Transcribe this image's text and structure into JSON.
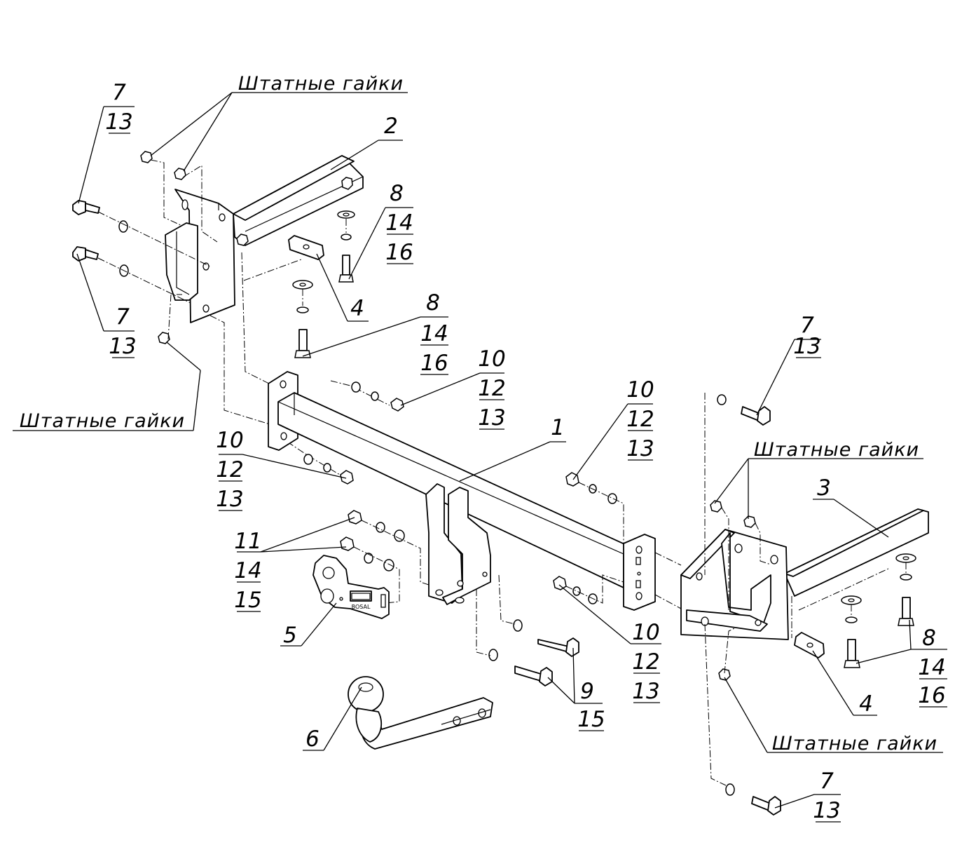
{
  "callouts": {
    "nuts_top_left": "Штатные гайки",
    "nuts_mid_left": "Штатные гайки",
    "nuts_right_top": "Штатные гайки",
    "nuts_right_bottom": "Штатные гайки",
    "c_7_13_tl": [
      "7",
      "13"
    ],
    "c_7_13_ml": [
      "7",
      "13"
    ],
    "c_2": "2",
    "c_8_14_16_a": [
      "8",
      "14",
      "16"
    ],
    "c_8_14_16_b": [
      "8",
      "14",
      "16"
    ],
    "c_4_left": "4",
    "c_10_12_13_a": [
      "10",
      "12",
      "13"
    ],
    "c_10_12_13_b": [
      "10",
      "12",
      "13"
    ],
    "c_10_12_13_c": [
      "10",
      "12",
      "13"
    ],
    "c_10_12_13_d": [
      "10",
      "12",
      "13"
    ],
    "c_1": "1",
    "c_7_13_r": [
      "7",
      "13"
    ],
    "c_3": "3",
    "c_11_14_15": [
      "11",
      "14",
      "15"
    ],
    "c_5": "5",
    "c_9_15": [
      "9",
      "15"
    ],
    "c_8_14_16_r": [
      "8",
      "14",
      "16"
    ],
    "c_4_right": "4",
    "c_6": "6",
    "c_7_13_br": [
      "7",
      "13"
    ]
  },
  "plate_marking": "BOSAL"
}
